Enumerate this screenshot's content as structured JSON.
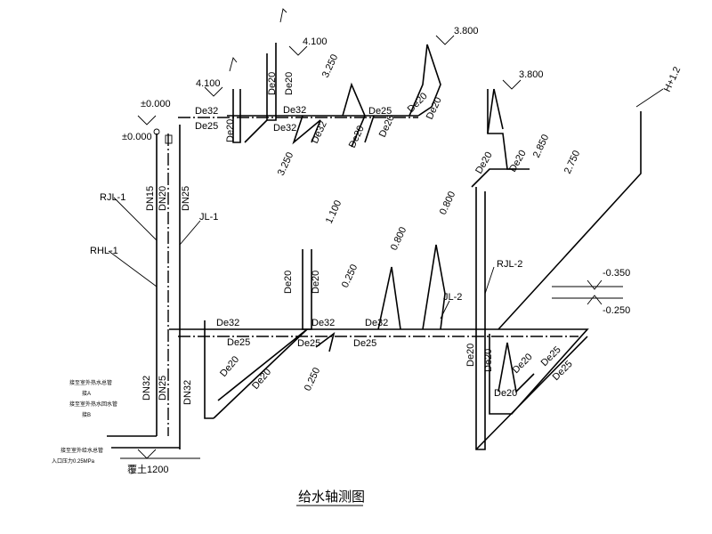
{
  "title": "给水轴测图",
  "elevations": {
    "e_4100_top": "4.100",
    "e_4100_left": "4.100",
    "e_3250_a": "3.250",
    "e_3250_b": "3.250",
    "e_3800_a": "3.800",
    "e_3800_b": "3.800",
    "e_2850": "2.850",
    "e_2750": "2.750",
    "e_hp12": "H+1.2",
    "e_pm0_a": "±0.000",
    "e_pm0_b": "±0.000",
    "e_1100": "1.100",
    "e_0800_a": "0.800",
    "e_0800_b": "0.800",
    "e_0250_a": "0.250",
    "e_0250_b": "0.250",
    "e_m0350": "-0.350",
    "e_m0250": "-0.250",
    "e_base": "覆土1200"
  },
  "risers": {
    "rjl1": "RJL-1",
    "jl1": "JL-1",
    "rhl1": "RHL-1",
    "rjl2": "RJL-2",
    "jl2": "JL-2"
  },
  "sizes": {
    "dn15": "DN15",
    "dn20": "DN20",
    "dn25": "DN25",
    "dn32": "DN32",
    "de20": "De20",
    "de25": "De25",
    "de32": "De32"
  },
  "notes": {
    "n1": "接至室外热水总管",
    "n2": "接至室外热水回水管",
    "n3": "接至室外给水总管",
    "n4": "入口压力0.25MPa",
    "ja": "接A",
    "jb": "接B"
  }
}
